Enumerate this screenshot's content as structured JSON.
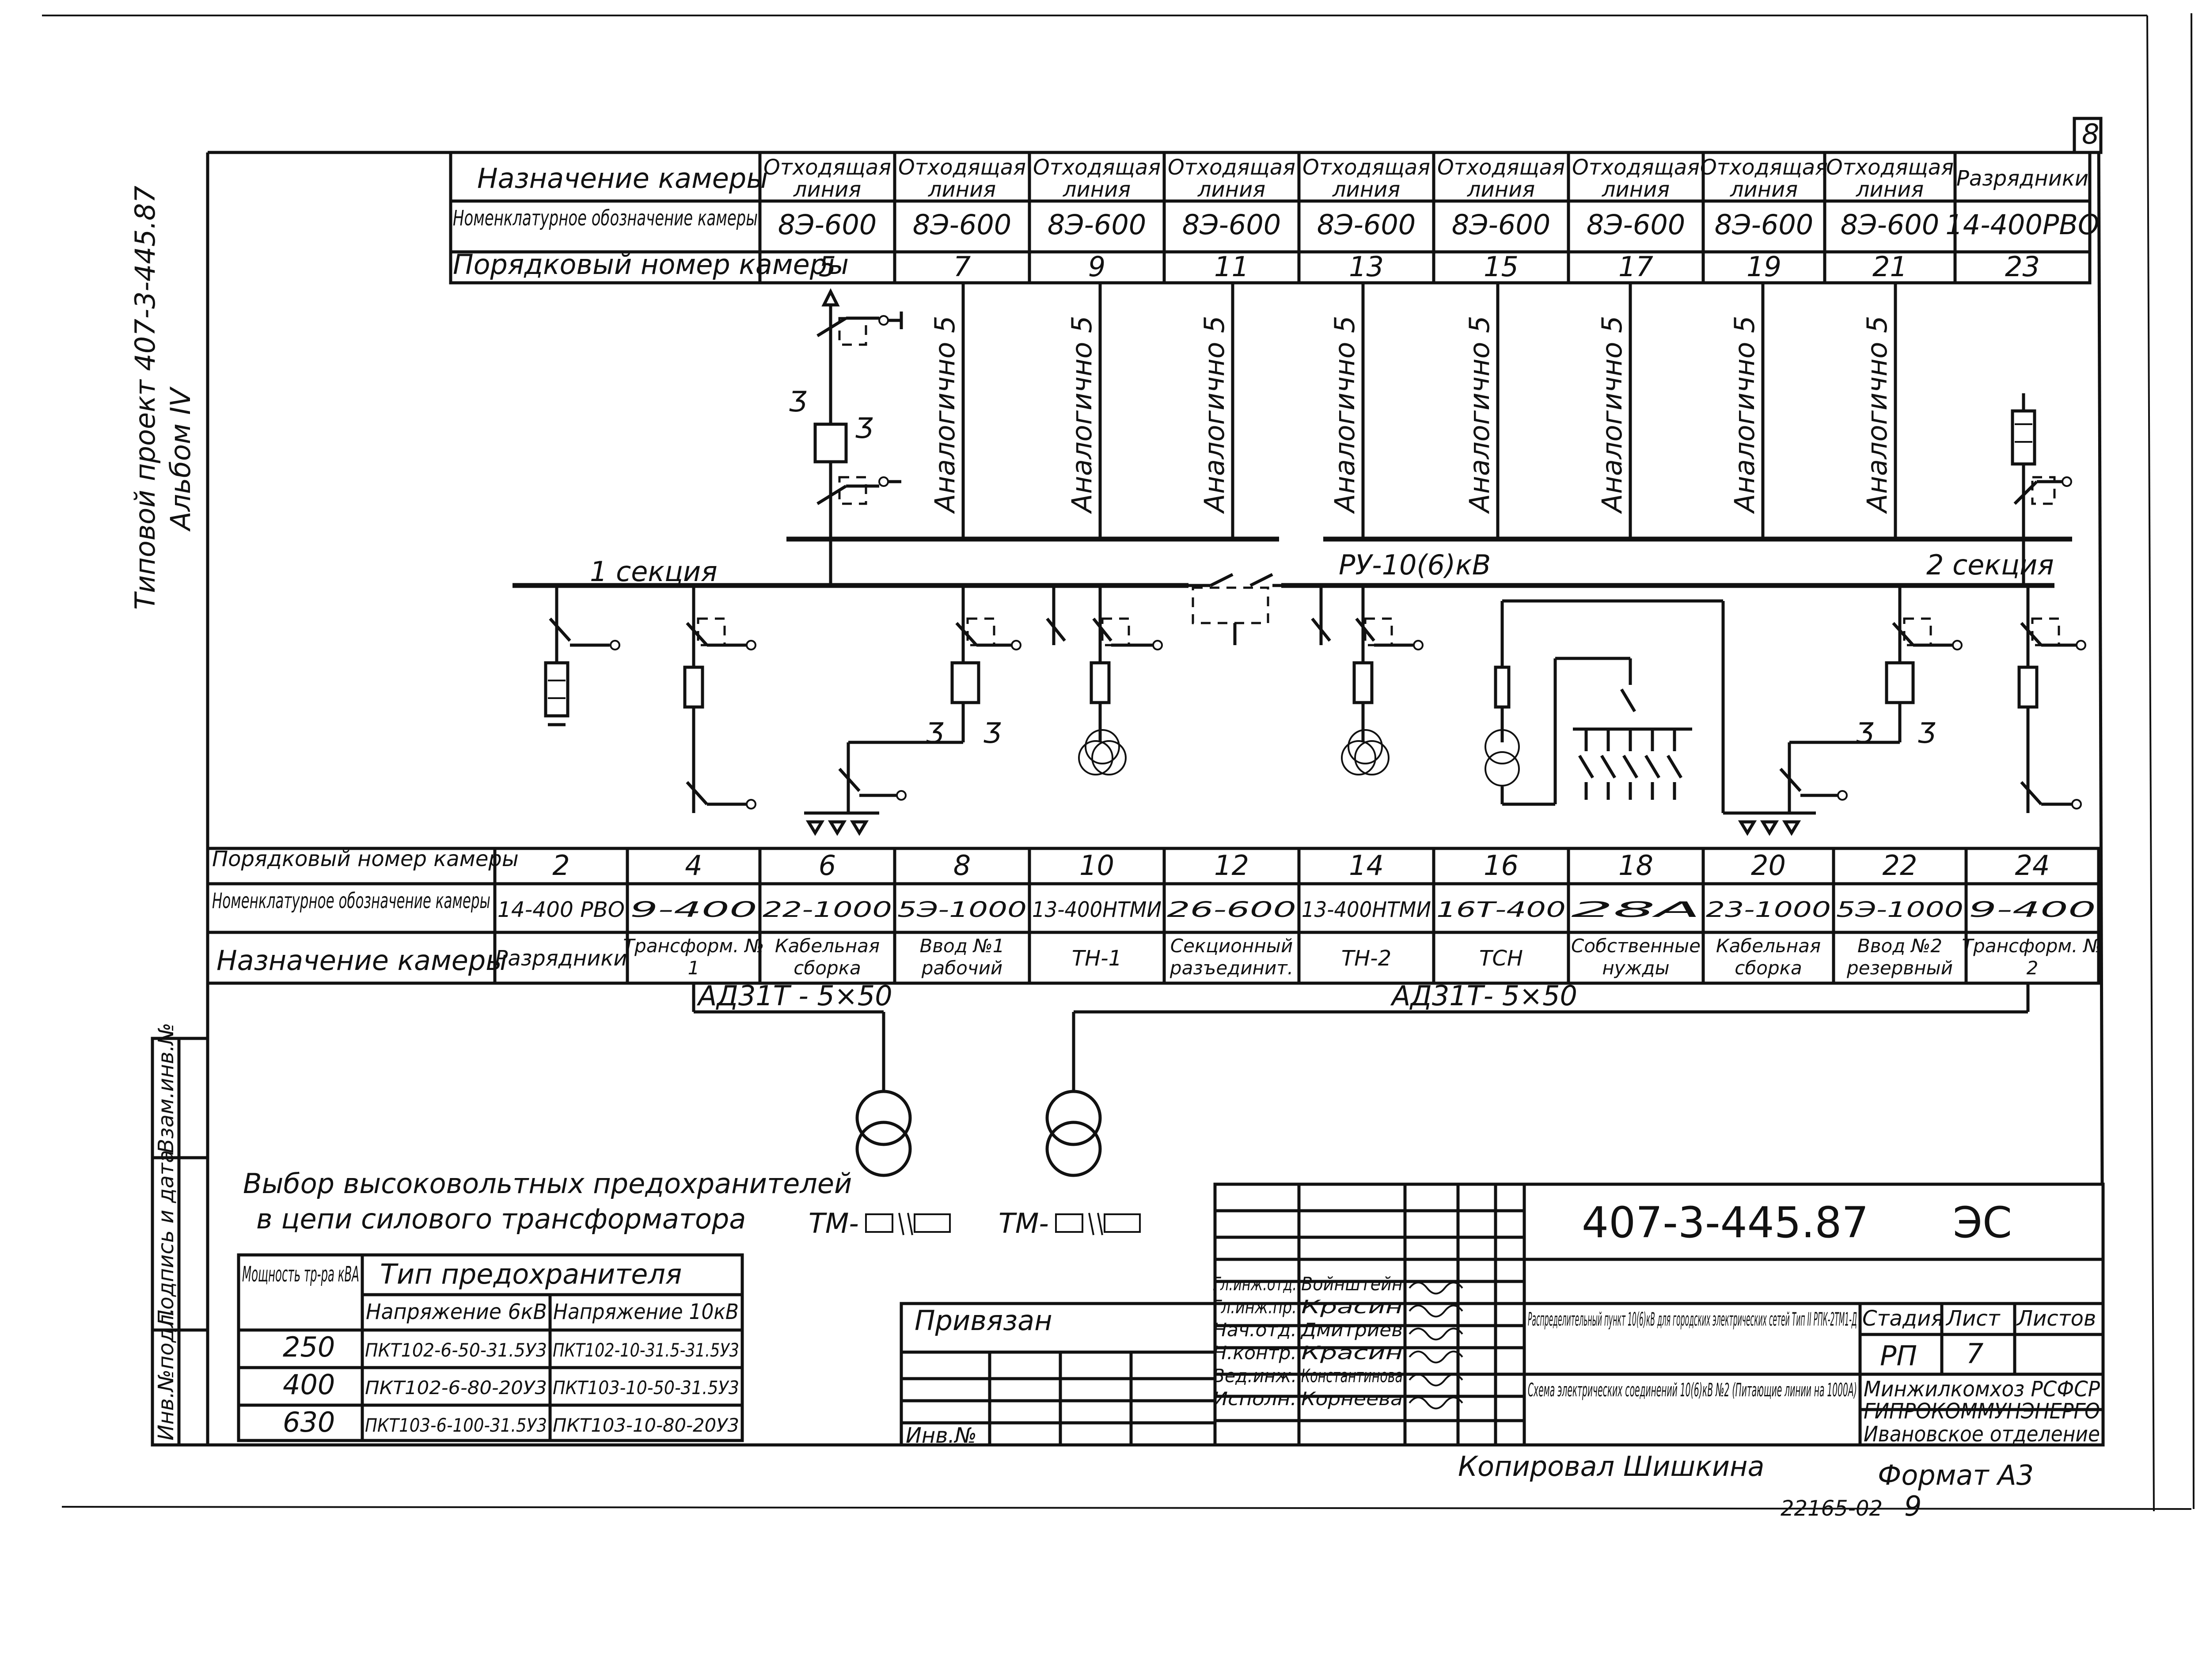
{
  "corner": {
    "sheet_mark": "8"
  },
  "side": {
    "project": "Типовой проект 407-3-445.87",
    "album": "Альбом IV"
  },
  "top_table": {
    "rows": [
      "Назначение камеры",
      "Номенклатурное обозначение камеры",
      "Порядковый номер камеры"
    ],
    "cols": [
      {
        "purpose": "Отходящая линия",
        "code": "8Э-600",
        "num": "5"
      },
      {
        "purpose": "Отходящая линия",
        "code": "8Э-600",
        "num": "7"
      },
      {
        "purpose": "Отходящая линия",
        "code": "8Э-600",
        "num": "9"
      },
      {
        "purpose": "Отходящая линия",
        "code": "8Э-600",
        "num": "11"
      },
      {
        "purpose": "Отходящая линия",
        "code": "8Э-600",
        "num": "13"
      },
      {
        "purpose": "Отходящая линия",
        "code": "8Э-600",
        "num": "15"
      },
      {
        "purpose": "Отходящая линия",
        "code": "8Э-600",
        "num": "17"
      },
      {
        "purpose": "Отходящая линия",
        "code": "8Э-600",
        "num": "19"
      },
      {
        "purpose": "Отходящая линия",
        "code": "8Э-600",
        "num": "21"
      },
      {
        "purpose": "Разрядники",
        "code": "14-400РВО",
        "num": "23"
      }
    ]
  },
  "schematic": {
    "analog_label": "Аналогично 5",
    "section1": "1 секция",
    "section2": "2 секция",
    "ru": "РУ-10(6)кВ",
    "cable_left": "АД31Т - 5×50",
    "cable_right": "АД31Т- 5×50",
    "tm_label": "ТМ-"
  },
  "bottom_table": {
    "rows": [
      "Порядковый номер камеры",
      "Номенклатурное обозначение камеры",
      "Назначение камеры"
    ],
    "cols": [
      {
        "num": "2",
        "code": "14-400 РВО",
        "purpose": "Разрядники"
      },
      {
        "num": "4",
        "code": "9-400",
        "purpose": "Трансформ. № 1"
      },
      {
        "num": "6",
        "code": "22-1000",
        "purpose": "Кабельная сборка"
      },
      {
        "num": "8",
        "code": "5Э-1000",
        "purpose": "Ввод №1 рабочий"
      },
      {
        "num": "10",
        "code": "13-400НТМИ",
        "purpose": "ТН-1"
      },
      {
        "num": "12",
        "code": "26-600",
        "purpose": "Секционный разъединит."
      },
      {
        "num": "14",
        "code": "13-400НТМИ",
        "purpose": "ТН-2"
      },
      {
        "num": "16",
        "code": "16Т-400",
        "purpose": "ТСН"
      },
      {
        "num": "18",
        "code": "28А",
        "purpose": "Собственные нужды"
      },
      {
        "num": "20",
        "code": "23-1000",
        "purpose": "Кабельная сборка"
      },
      {
        "num": "22",
        "code": "5Э-1000",
        "purpose": "Ввод №2 резервный"
      },
      {
        "num": "24",
        "code": "9-400",
        "purpose": "Трансформ. № 2"
      }
    ]
  },
  "fuse_table": {
    "title1": "Выбор высоковольтных предохранителей",
    "title2": "в цепи силового трансформатора",
    "h_power": "Мощность тр-ра кВА",
    "h_type": "Тип предохранителя",
    "h_6": "Напряжение 6кВ",
    "h_10": "Напряжение 10кВ",
    "rows": [
      {
        "p": "250",
        "v6": "ПКТ102-6-50-31.5У3",
        "v10": "ПКТ102-10-31.5-31.5У3"
      },
      {
        "p": "400",
        "v6": "ПКТ102-6-80-20У3",
        "v10": "ПКТ103-10-50-31.5У3"
      },
      {
        "p": "630",
        "v6": "ПКТ103-6-100-31.5У3",
        "v10": "ПКТ103-10-80-20У3"
      }
    ]
  },
  "left_strip": [
    "Инв.№подл.",
    "Подпись и дата",
    "Взам.инв.№"
  ],
  "stamp": {
    "code": "407-3-445.87",
    "mark": "ЭС",
    "privyazan": "Привязан",
    "inv": "Инв.№",
    "roles": [
      "Гл.инж.отд.",
      "Гл.инж.пр.",
      "Нач.отд.",
      "Н.контр.",
      "Вед.инж.",
      "Исполн."
    ],
    "names": [
      "Войнштейн",
      "Красин",
      "Дмитриев",
      "Красин",
      "Константинова",
      "Корнеева"
    ],
    "title1": "Распределительный пункт 10(6)кВ для городских электрических сетей Тип II РПК-2ТМ1-Д",
    "title2": "Схема электрических соединений 10(6)кВ №2 (Питающие линии на 1000А)",
    "h_stage": "Стадия",
    "h_sheet": "Лист",
    "h_sheets": "Листов",
    "stage": "РП",
    "sheet": "7",
    "org1": "Минжилкомхоз РСФСР",
    "org2": "ГИПРОКОММУНЭНЕРГО",
    "org3": "Ивановское отделение"
  },
  "footer": {
    "copied": "Копировал Шишкина",
    "format": "Формат А3",
    "id": "22165-02",
    "page": "9"
  }
}
